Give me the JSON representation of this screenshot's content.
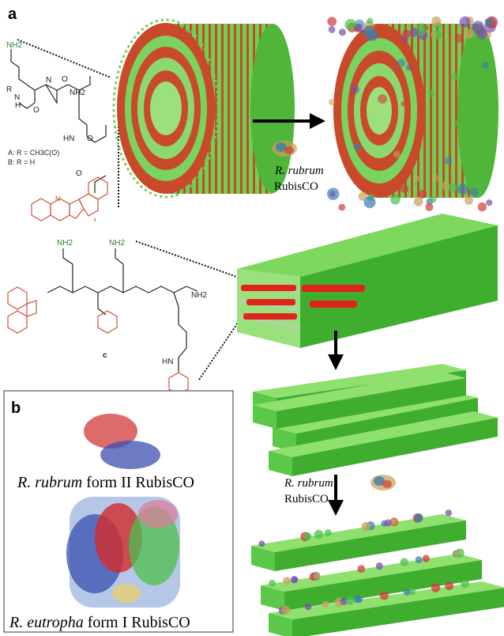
{
  "panel_labels": {
    "a": "a",
    "b": "b",
    "c": "c"
  },
  "structure_a": {
    "nh2_top": "NH2",
    "r_label": "R",
    "nh": "N",
    "h": "H",
    "o": "O",
    "nh2_amide": "NH2",
    "hn": "HN",
    "legend_a": "A: R = CH3C(O)",
    "legend_b": "B: R = H",
    "n_ring": "N"
  },
  "structure_c": {
    "nh2_1": "NH2",
    "nh2_2": "NH2",
    "nh2_amide": "NH2",
    "hn": "HN",
    "label": "c"
  },
  "top_arrow_label": {
    "species": "R. rubrum",
    "protein": "RubisCO"
  },
  "mid_arrow_label": {
    "species": "R. rubrum",
    "protein": "RubisCO"
  },
  "panel_b": {
    "form2_species": "R. rubrum",
    "form2_rest": " form II RubisCO",
    "form1_species": "R. eutropha",
    "form1_rest": " form I RubisCO"
  },
  "colors": {
    "green": "#5cc84a",
    "red": "#c8381e",
    "chem_red": "#d0533a",
    "chem_green": "#2e7d32"
  }
}
